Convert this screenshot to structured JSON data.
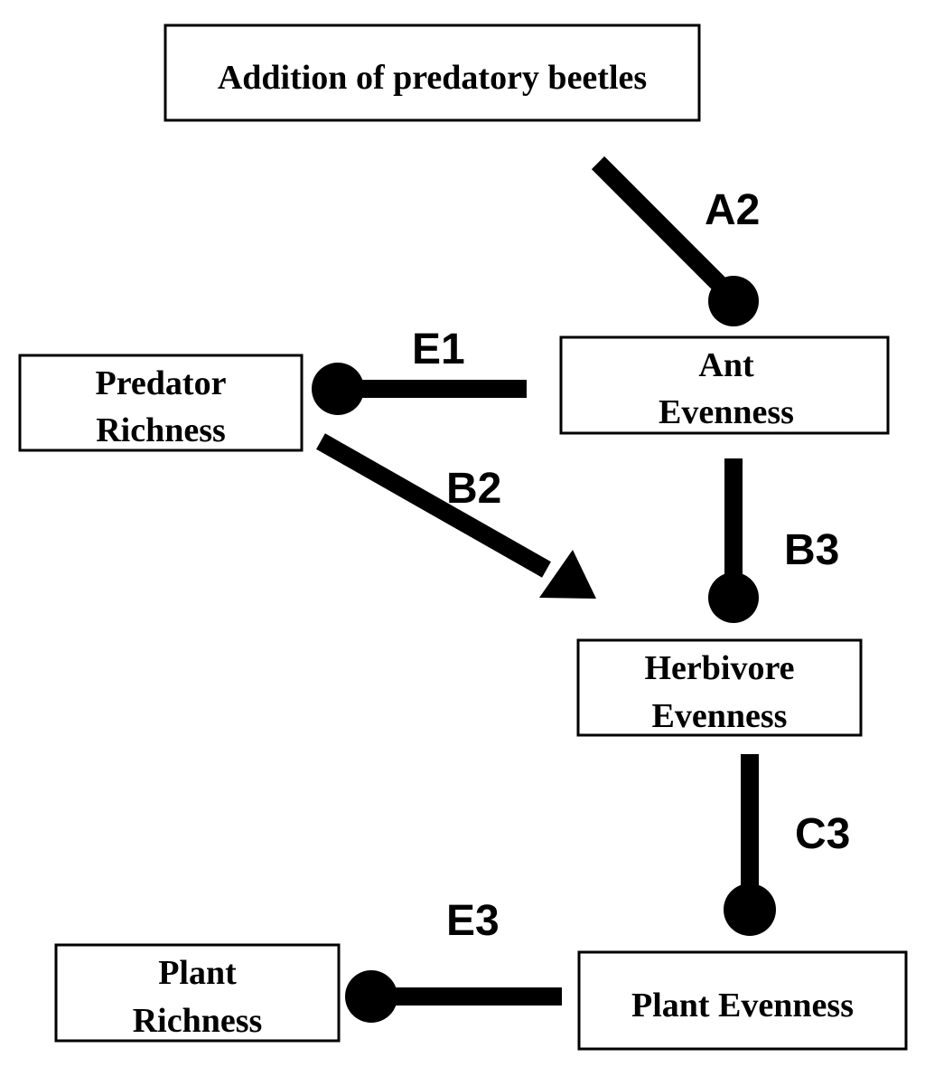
{
  "nodes": {
    "beetles": {
      "text": "Addition of predatory beetles"
    },
    "predator_richness": {
      "line1": "Predator",
      "line2": "Richness"
    },
    "ant_evenness": {
      "line1": "Ant",
      "line2": "Evenness"
    },
    "herbivore_evenness": {
      "line1": "Herbivore",
      "line2": "Evenness"
    },
    "plant_richness": {
      "line1": "Plant",
      "line2": "Richness"
    },
    "plant_evenness": {
      "text": "Plant Evenness"
    }
  },
  "edges": {
    "a2": {
      "label": "A2",
      "from": "Addition of predatory beetles",
      "to": "Ant Evenness",
      "effect": "circle"
    },
    "e1": {
      "label": "E1",
      "from": "Ant Evenness",
      "to": "Predator Richness",
      "effect": "circle"
    },
    "b2": {
      "label": "B2",
      "from": "Predator Richness",
      "to": "Herbivore Evenness",
      "effect": "arrow"
    },
    "b3": {
      "label": "B3",
      "from": "Ant Evenness",
      "to": "Herbivore Evenness",
      "effect": "circle"
    },
    "c3": {
      "label": "C3",
      "from": "Herbivore Evenness",
      "to": "Plant Evenness",
      "effect": "circle"
    },
    "e3": {
      "label": "E3",
      "from": "Plant Evenness",
      "to": "Plant Richness",
      "effect": "circle"
    }
  },
  "colors": {
    "stroke": "#000000",
    "background": "#ffffff"
  }
}
